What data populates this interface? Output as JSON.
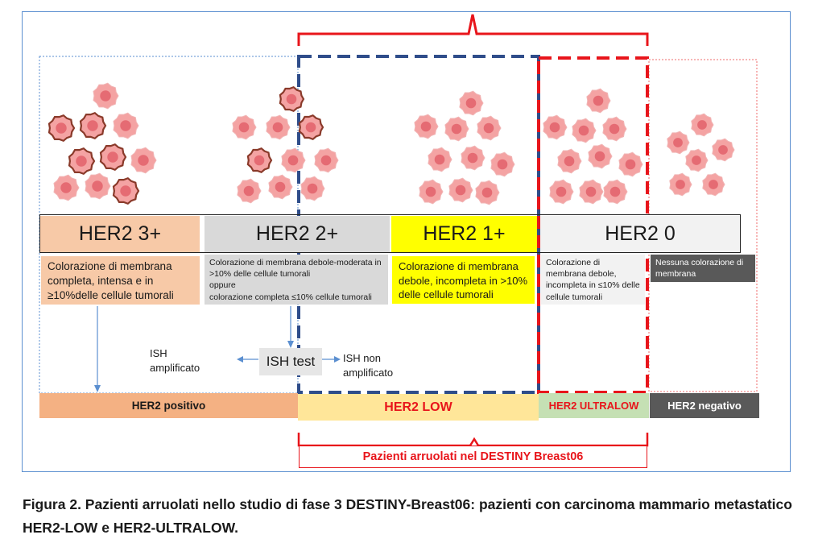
{
  "categories": {
    "her2_3": "HER2 3+",
    "her2_2": "HER2 2+",
    "her2_1": "HER2 1+",
    "her2_0": "HER2 0"
  },
  "descriptions": {
    "her2_3": "Colorazione di membrana completa, intensa e in ≥10%delle cellule tumorali",
    "her2_2_line1": "Colorazione di membrana debole-moderata in >10% delle cellule tumorali",
    "her2_2_line2": "oppure",
    "her2_2_line3": "colorazione completa  ≤10% cellule tumorali",
    "her2_1": "Colorazione di membrana debole, incompleta in >10% delle cellule tumorali",
    "her2_0": "Colorazione di membrana debole, incompleta in ≤10% delle cellule tumorali",
    "negative": "Nessuna colorazione di membrana"
  },
  "ish": {
    "test": "ISH test",
    "amplified": "ISH amplificato",
    "not_amplified": "ISH non amplificato"
  },
  "bottom_labels": {
    "positive": "HER2 positivo",
    "low": "HER2 LOW",
    "ultralow": "HER2 ULTRALOW",
    "negative": "HER2 negativo"
  },
  "enrolled": "Pazienti arruolati nel DESTINY Breast06",
  "caption": "Figura 2. Pazienti arruolati nello studio di fase 3 DESTINY-Breast06: pazienti con carcinoma mammario metastatico HER2-LOW e HER2-ULTRALOW.",
  "colors": {
    "frame": "#5b8fd0",
    "her2_3_fill": "#f7c9a7",
    "her2_2_fill": "#d9d9d9",
    "her2_1_fill": "#ffff00",
    "her2_0_fill": "#f2f2f2",
    "negative_fill": "#595959",
    "positive_bar": "#f4b183",
    "low_bar": "#ffe699",
    "ultralow_bar": "#c5e0b4",
    "red": "#e8151b",
    "dark_blue": "#2f4d8a",
    "cell_fill": "#f4a3a3",
    "cell_nucleus": "#e56b73"
  }
}
